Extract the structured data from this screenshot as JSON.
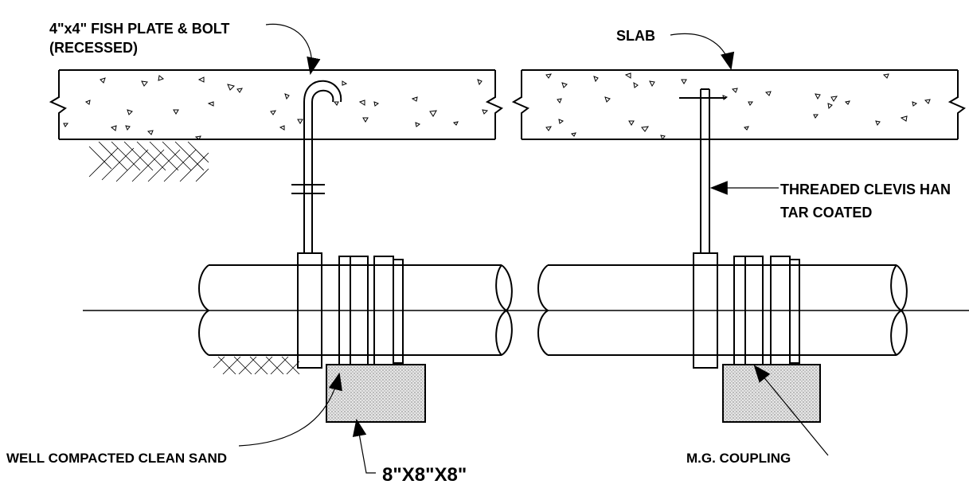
{
  "labels": {
    "fish_plate_line1": "4\"x4\" FISH PLATE & BOLT",
    "fish_plate_line2": "(RECESSED)",
    "slab": "SLAB",
    "clevis_line1": "THREADED CLEVIS HAN",
    "clevis_line2": "TAR COATED",
    "sand": "WELL COMPACTED CLEAN SAND",
    "block_size": "8\"X8\"X8\"",
    "coupling": "M.G. COUPLING"
  }
}
